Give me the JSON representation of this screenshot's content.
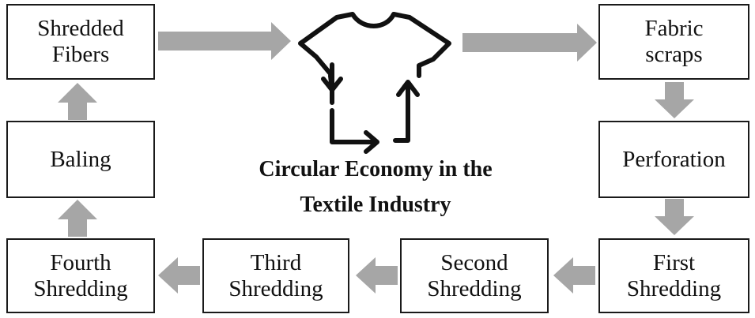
{
  "diagram": {
    "title_line1": "Circular Economy in the",
    "title_line2": "Textile Industry",
    "steps": {
      "shredded_fibers": {
        "line1": "Shredded",
        "line2": "Fibers"
      },
      "fabric_scraps": {
        "line1": "Fabric",
        "line2": "scraps"
      },
      "perforation": {
        "line1": "Perforation"
      },
      "first_shredding": {
        "line1": "First",
        "line2": "Shredding"
      },
      "second_shredding": {
        "line1": "Second",
        "line2": "Shredding"
      },
      "third_shredding": {
        "line1": "Third",
        "line2": "Shredding"
      },
      "fourth_shredding": {
        "line1": "Fourth",
        "line2": "Shredding"
      },
      "baling": {
        "line1": "Baling"
      }
    },
    "colors": {
      "arrow": "#a6a6a6",
      "outline": "#1a1a1a",
      "icon": "#111111"
    },
    "icon": "t-shirt-recycle-icon"
  }
}
